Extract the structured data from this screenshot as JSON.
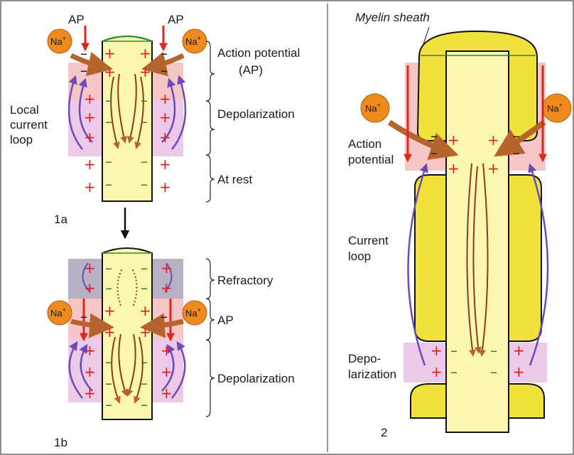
{
  "colors": {
    "axon": "#fbf7b0",
    "myelin": "#f0e23a",
    "sodium": "#ee8a1e",
    "arrow_brown": "#b5642b",
    "arrow_red": "#e0261f",
    "loop_purple": "#6c4bb8",
    "plus": "#d8221f",
    "minus": "#2e7d2e",
    "pink": "#f6c6c6",
    "lilac": "#e6c8ec",
    "gray": "#b8b0c4"
  },
  "panel_1a": {
    "ap_left": "AP",
    "ap_right": "AP",
    "na": "Na",
    "na_sup": "+",
    "local_current_loop": [
      "Local",
      "current",
      "loop"
    ],
    "state_ap": [
      "Action potential",
      "(AP)"
    ],
    "state_depol": "Depolarization",
    "state_rest": "At rest",
    "fig_label": "1a"
  },
  "panel_1b": {
    "na": "Na",
    "na_sup": "+",
    "state_refractory": "Refractory",
    "state_ap": "AP",
    "state_depol": "Depolarization",
    "fig_label": "1b"
  },
  "panel_2": {
    "myelin_sheath": "Myelin sheath",
    "na": "Na",
    "na_sup": "+",
    "action_potential": [
      "Action",
      "potential"
    ],
    "current_loop": [
      "Current",
      "loop"
    ],
    "depolarization": [
      "Depo-",
      "larization"
    ],
    "fig_label": "2"
  }
}
